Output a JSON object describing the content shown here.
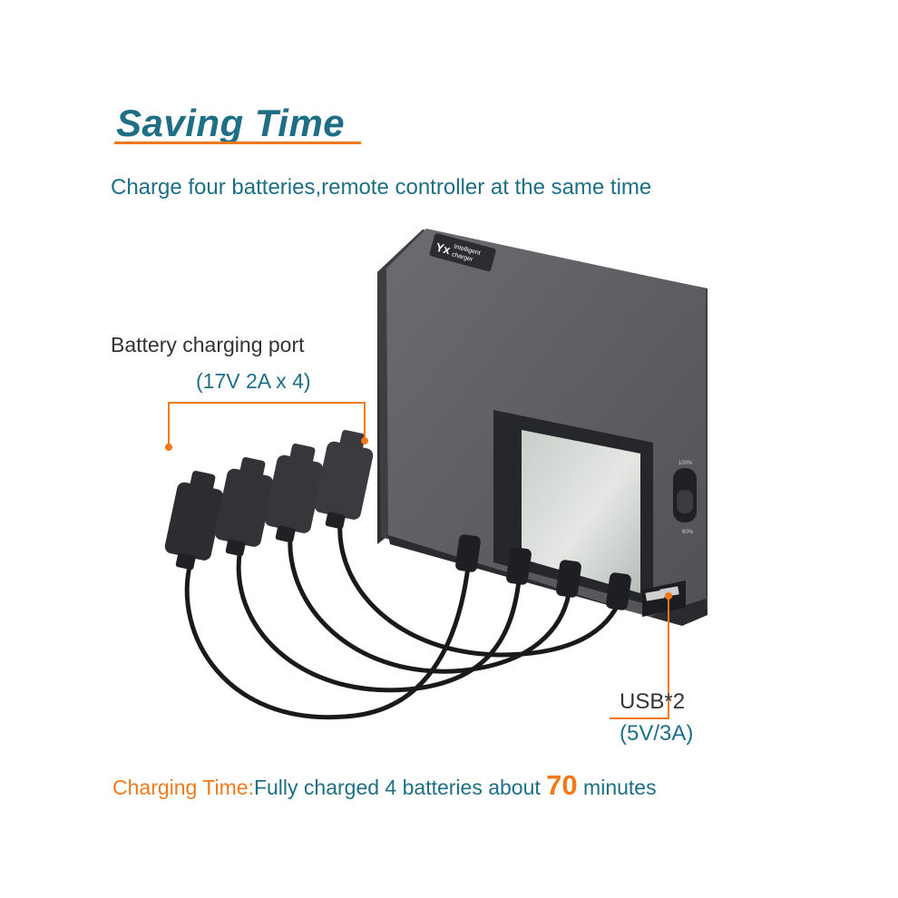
{
  "headline": "Saving Time",
  "subtitle": "Charge four batteries,remote controller at the same time",
  "callouts": {
    "battery_port_label": "Battery charging port",
    "battery_port_spec": "(17V 2A x 4)",
    "usb_label": "USB*2",
    "usb_spec": "(5V/3A)"
  },
  "device": {
    "brand_mark": "Yx",
    "name_line1": "Intelligent",
    "name_line2": "charger",
    "switch_top_label": "100%",
    "switch_bottom_label": "60%"
  },
  "footer": {
    "prefix": "Charging Time:",
    "text": "Fully charged 4 batteries about ",
    "number": "70",
    "suffix": " minutes"
  },
  "colors": {
    "accent_teal": "#1e6f86",
    "accent_orange": "#f07a1a",
    "device_body": "#55575b"
  }
}
